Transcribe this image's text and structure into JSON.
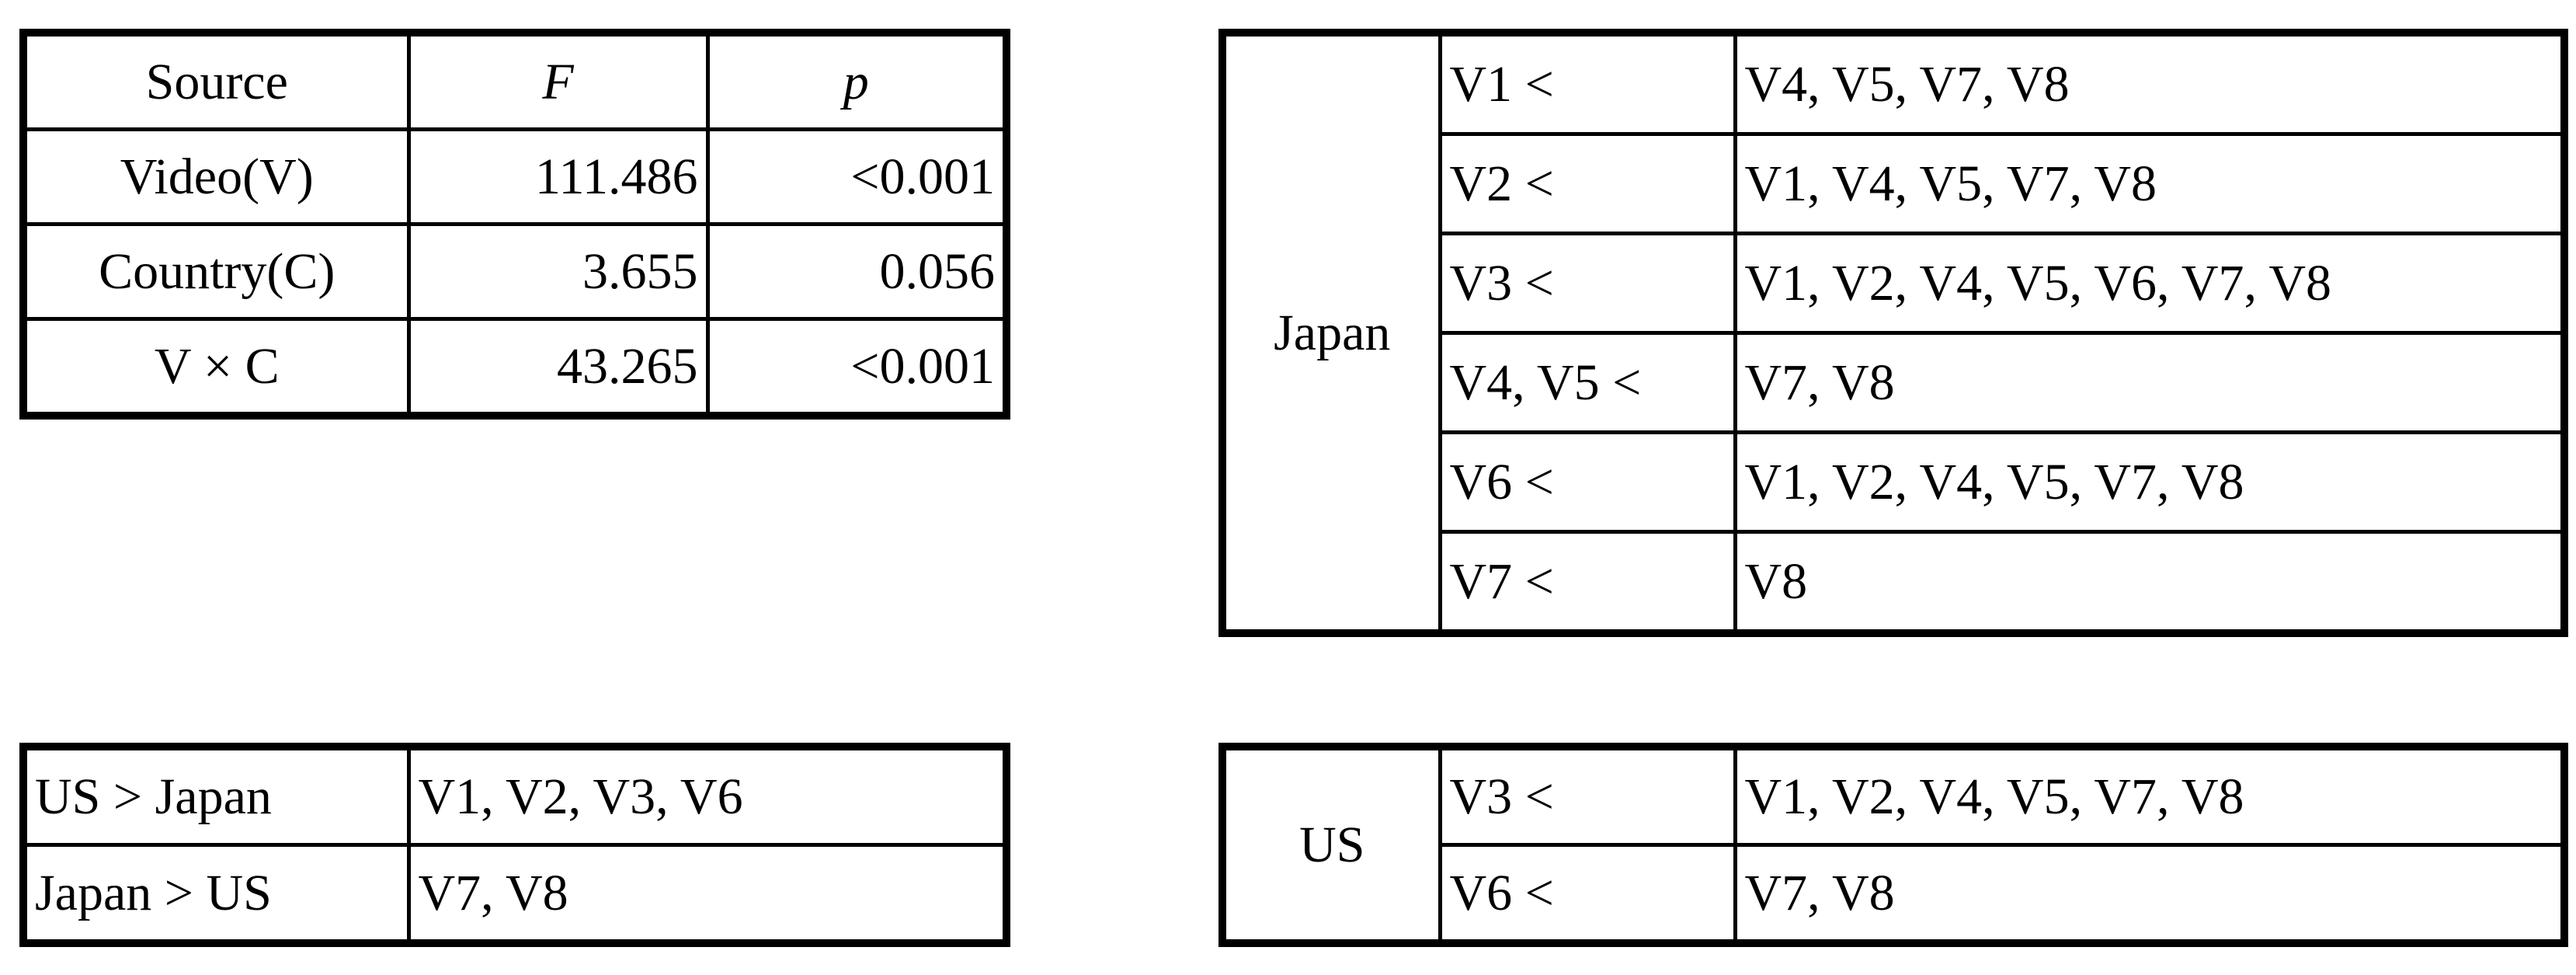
{
  "anova_table": {
    "headers": [
      "Source",
      "F",
      "p"
    ],
    "rows": [
      {
        "source": "Video(V)",
        "f": "111.486",
        "p": "<0.001"
      },
      {
        "source": "Country(C)",
        "f": "3.655",
        "p": "0.056"
      },
      {
        "source": "V × C",
        "f": "43.265",
        "p": "<0.001"
      }
    ]
  },
  "country_table": {
    "rows": [
      {
        "label": "US > Japan",
        "value": "V1, V2, V3, V6"
      },
      {
        "label": "Japan > US",
        "value": "V7, V8"
      }
    ]
  },
  "japan_table": {
    "group": "Japan",
    "rows": [
      {
        "left": "V1 <",
        "right": "V4, V5, V7, V8"
      },
      {
        "left": "V2 <",
        "right": "V1, V4, V5, V7, V8"
      },
      {
        "left": "V3 <",
        "right": "V1, V2, V4, V5, V6, V7, V8"
      },
      {
        "left": "V4, V5 <",
        "right": "V7, V8"
      },
      {
        "left": "V6 <",
        "right": "V1, V2, V4, V5, V7, V8"
      },
      {
        "left": "V7 <",
        "right": "V8"
      }
    ]
  },
  "us_table": {
    "group": "US",
    "rows": [
      {
        "left": "V3 <",
        "right": "V1, V2, V4, V5, V7, V8"
      },
      {
        "left": "V6 <",
        "right": "V7, V8"
      }
    ]
  }
}
